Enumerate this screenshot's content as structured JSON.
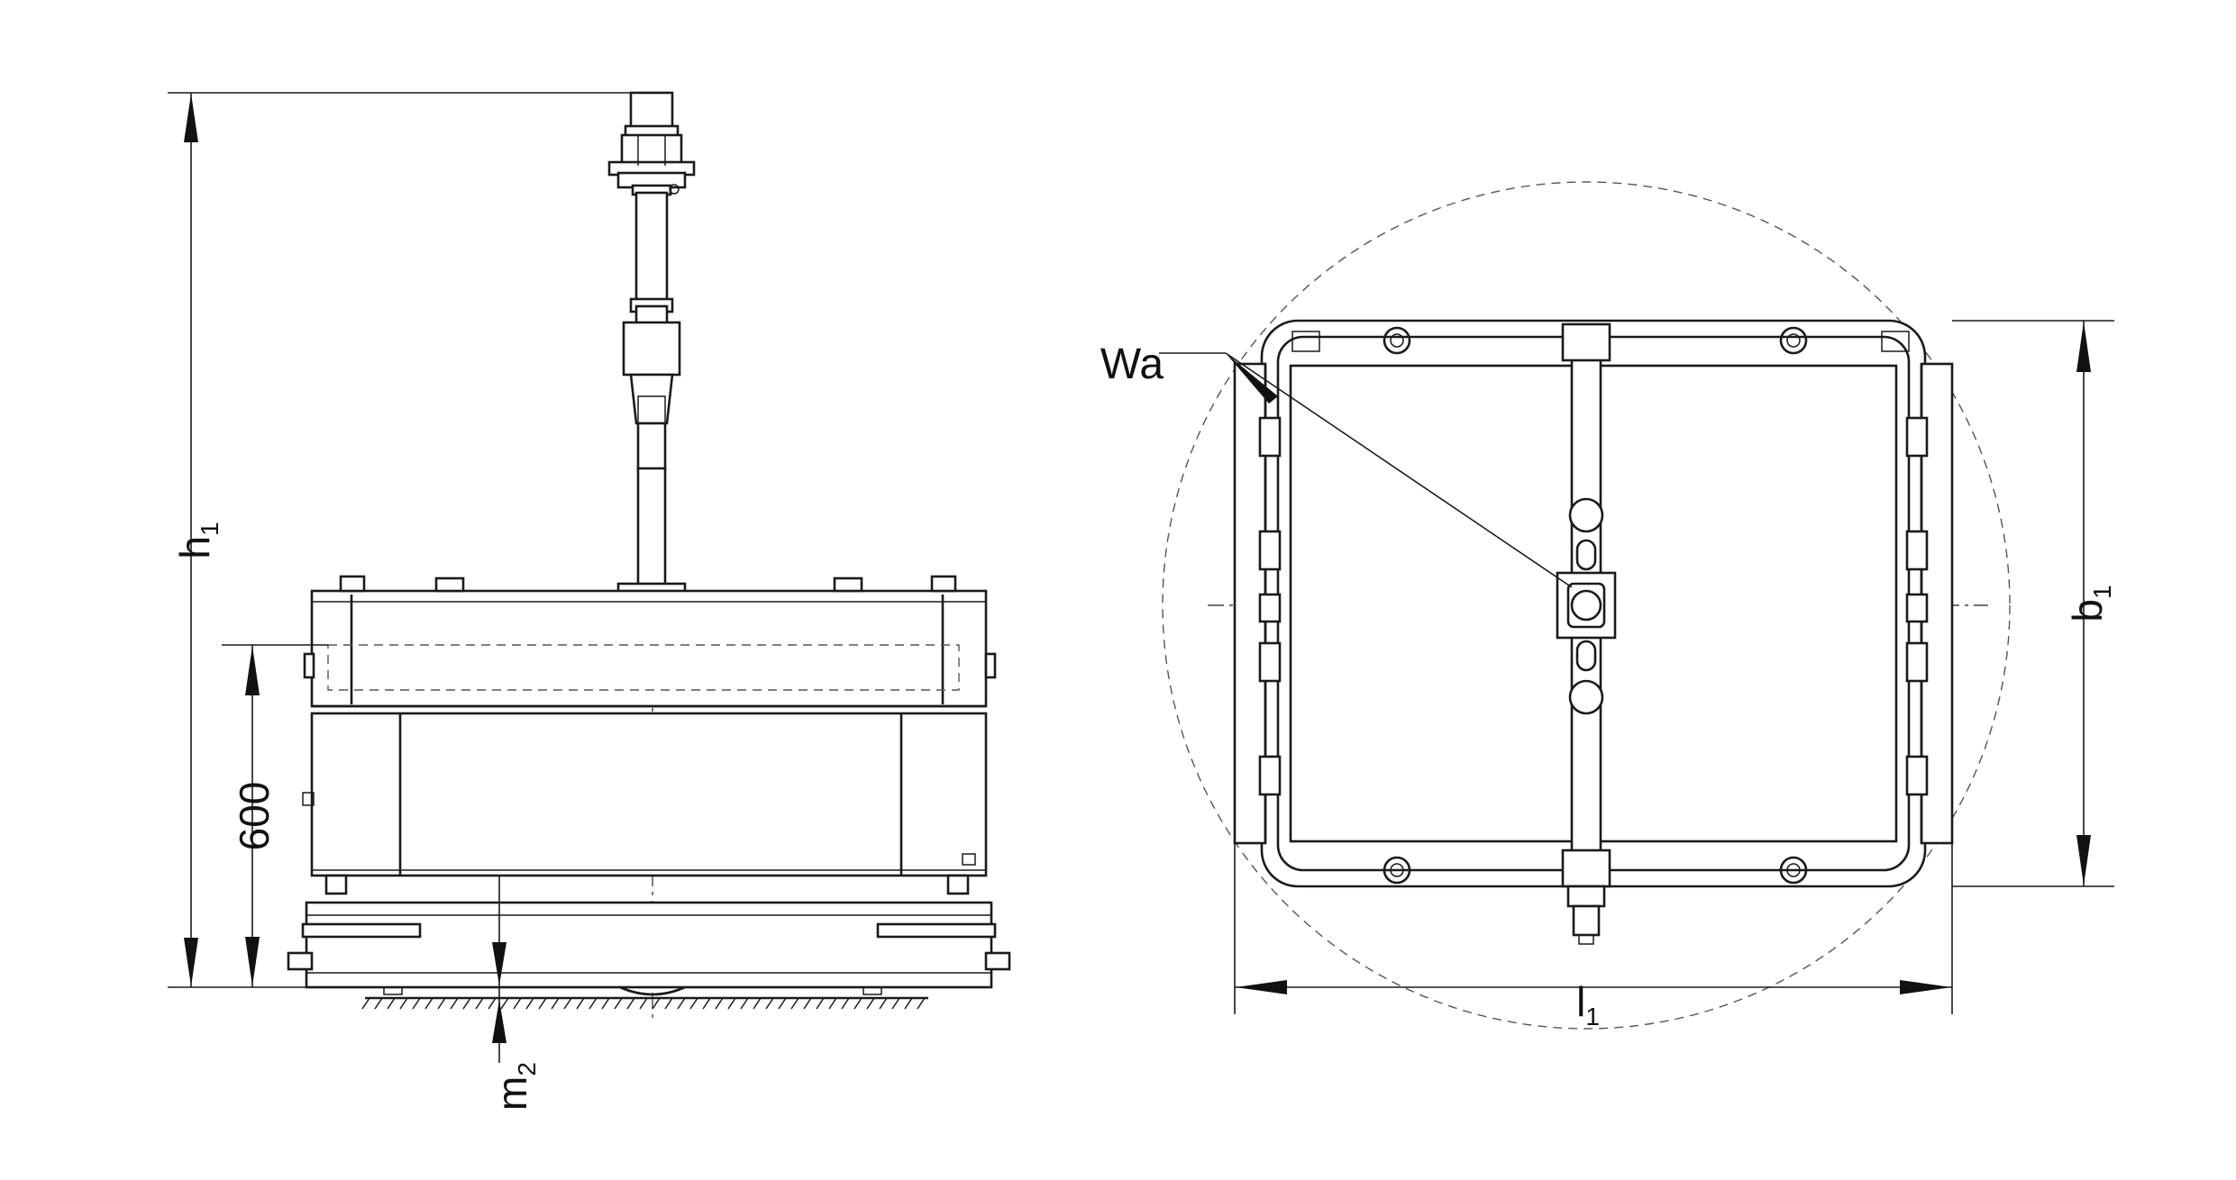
{
  "dimensions": {
    "height_total": {
      "main": "h",
      "sub": "1"
    },
    "height_600": {
      "main": "600"
    },
    "ground_clearance": {
      "main": "m",
      "sub": "2"
    },
    "width_b": {
      "main": "b",
      "sub": "1"
    },
    "length_l": {
      "main": "l",
      "sub": "1"
    },
    "weight_point": {
      "main": "Wa"
    }
  }
}
